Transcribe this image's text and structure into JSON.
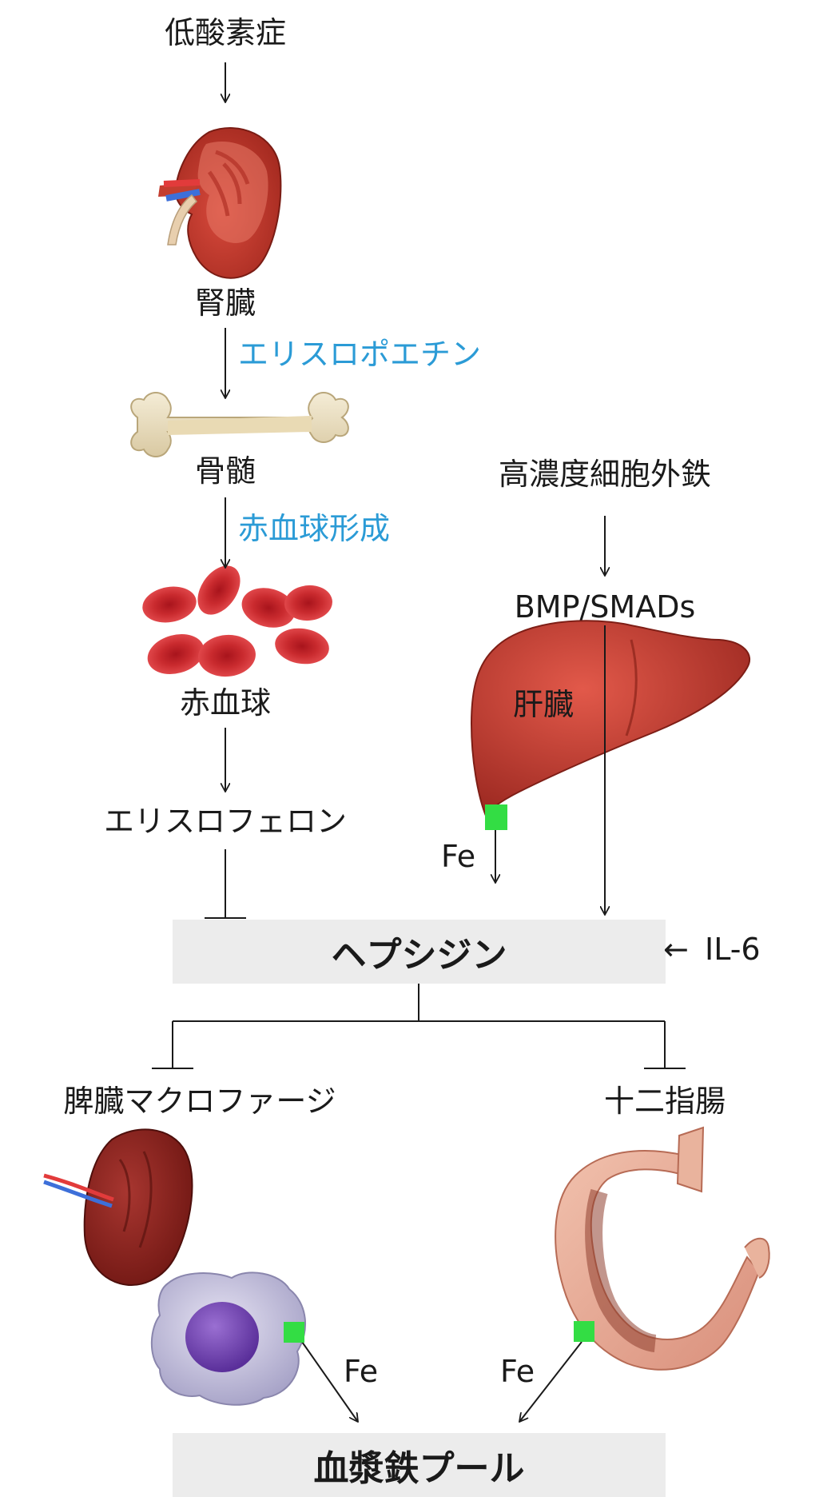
{
  "labels": {
    "hypoxia": "低酸素症",
    "kidney": "腎臓",
    "epo": "エリスロポエチン",
    "bone_marrow": "骨髄",
    "erythropoiesis": "赤血球形成",
    "rbc": "赤血球",
    "erythroferrone": "エリスロフェロン",
    "high_iron": "高濃度細胞外鉄",
    "bmp_smads": "BMP/SMADs",
    "liver": "肝臓",
    "hepcidin": "ヘプシジン",
    "il6": "IL-6",
    "spleen_macrophage": "脾臓マクロファージ",
    "duodenum": "十二指腸",
    "plasma_iron_pool": "血漿鉄プール",
    "fe_liver": "Fe",
    "fe_macrophage": "Fe",
    "fe_duodenum": "Fe"
  },
  "icons": {
    "arrow_il6": "←"
  },
  "colors": {
    "pathway_text": "#2b9bd6",
    "iron_marker": "#33dd44",
    "box_fill": "#ececec"
  }
}
